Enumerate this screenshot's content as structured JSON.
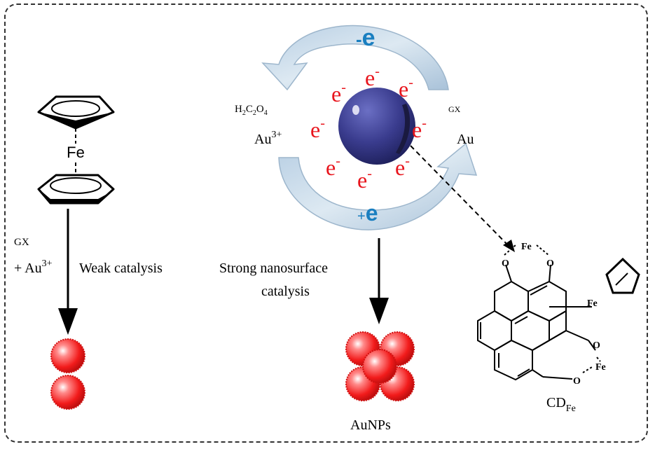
{
  "left_panel": {
    "metal": "Fe",
    "reagent": "GX",
    "au_prefix": "+ Au",
    "au_charge": "3+",
    "catalysis_label": "Weak catalysis"
  },
  "center_panel": {
    "minus_e_sign": "-",
    "minus_e_letter": "e",
    "plus_e_sign": "+",
    "plus_e_letter": "e",
    "oxalic": {
      "h": "H",
      "h_sub": "2",
      "c": "C",
      "c_sub": "2",
      "o": "O",
      "o_sub": "4"
    },
    "gx": "GX",
    "au3_text": "Au",
    "au3_charge": "3+",
    "au_text": "Au",
    "electron_letter": "e",
    "electron_charge": "-",
    "catalysis_line1": "Strong  nanosurface",
    "catalysis_line2": "catalysis",
    "product_label": "AuNPs"
  },
  "right_panel": {
    "fe_top": "Fe",
    "fe_mid": "Fe",
    "fe_bottom": "Fe",
    "oxygen": "O",
    "label_main": "CD",
    "label_sub": "Fe"
  },
  "colors": {
    "electron_red": "#e8141c",
    "electron_blue": "#1a7fc0",
    "sphere_blue": "#3a3c8e",
    "arrow_fill": "#c9dbe9",
    "gold_red": "#f21b1b"
  }
}
